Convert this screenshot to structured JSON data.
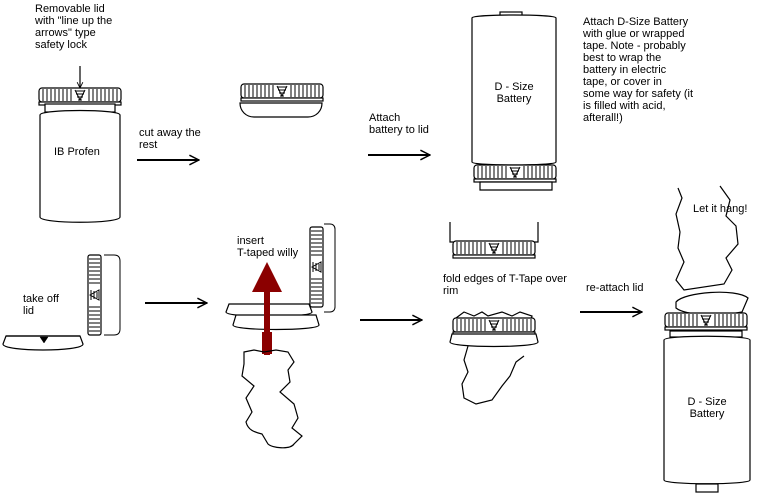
{
  "labels": {
    "removable_lid": "Removable lid\nwith \"line up the\narrows\" type\nsafety lock",
    "ib_profen": "IB Profen",
    "cut_away": "cut away the\nrest",
    "attach_battery": "Attach\nbattery to lid",
    "battery_name_top": "D - Size\nBattery",
    "attach_note": "Attach D-Size Battery\nwith glue or wrapped\ntape.  Note - probably\nbest to wrap the\nbattery in electric\ntape, or cover in\nsome way for safety (it\nis filled with acid,\nafterall!)",
    "take_off_lid": "take off\nlid",
    "insert_willy": "insert\nT-taped willy",
    "fold_edges": "fold edges of T-Tape over\nrim",
    "reattach_lid": "re-attach lid",
    "let_it_hang": "Let it hang!",
    "battery_name_bottom": "D - Size\nBattery"
  },
  "colors": {
    "stroke": "#000000",
    "arrow_up": "#8b0000"
  }
}
